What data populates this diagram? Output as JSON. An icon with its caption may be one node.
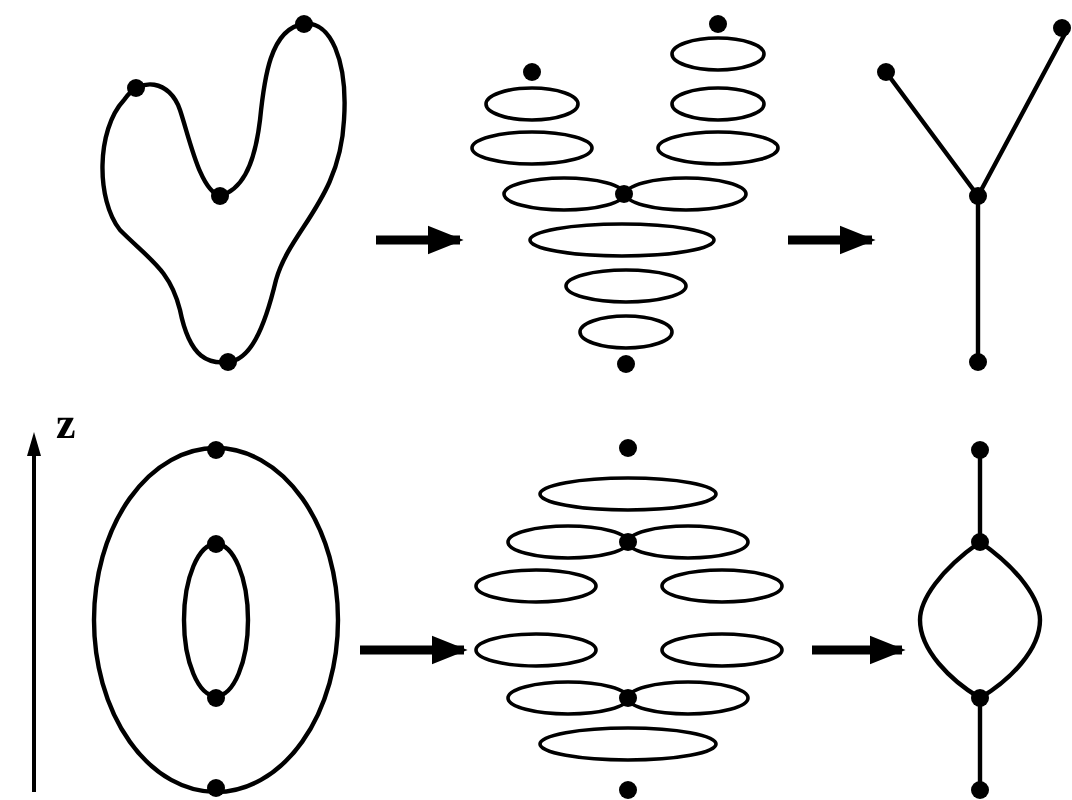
{
  "diagram": {
    "nodes": [
      {
        "text": [],
        "shape": "picture"
      },
      {
        "text": [],
        "shape": "picture"
      },
      {
        "text": [],
        "shape": "picture"
      },
      {
        "text": [],
        "shape": "picture"
      },
      {
        "text": [],
        "shape": "picture"
      },
      {
        "text": [],
        "shape": "picture"
      }
    ],
    "edges": [
      {
        "from": 0,
        "to": 1,
        "arrow": "to"
      },
      {
        "from": 1,
        "to": 2,
        "arrow": "to"
      },
      {
        "from": 3,
        "to": 4,
        "arrow": "to"
      },
      {
        "from": 4,
        "to": 5,
        "arrow": "to"
      }
    ],
    "labels": [
      "z"
    ]
  }
}
